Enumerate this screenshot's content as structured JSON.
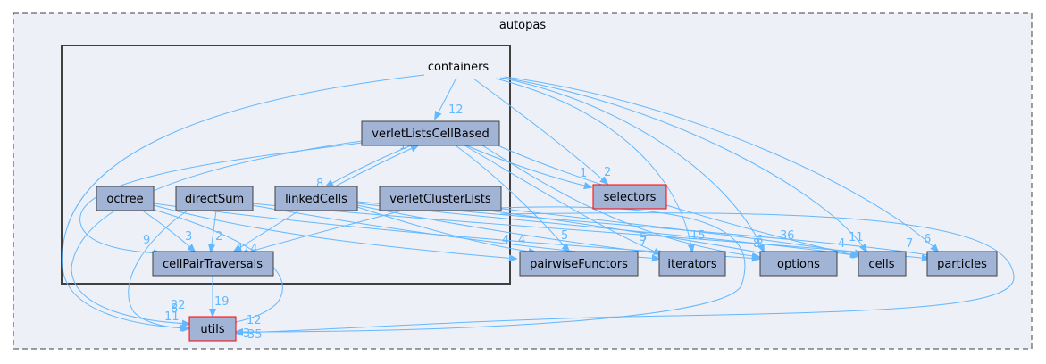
{
  "outer_cluster": {
    "label": "autopas"
  },
  "inner_cluster": {
    "label": "containers"
  },
  "nodes": {
    "verletListsCellBased": "verletListsCellBased",
    "octree": "octree",
    "directSum": "directSum",
    "linkedCells": "linkedCells",
    "verletClusterLists": "verletClusterLists",
    "cellPairTraversals": "cellPairTraversals",
    "selectors": "selectors",
    "pairwiseFunctors": "pairwiseFunctors",
    "iterators": "iterators",
    "options": "options",
    "cells": "cells",
    "particles": "particles",
    "utils": "utils"
  },
  "edge_labels": {
    "containers_to_vlcb": "12",
    "containers_to_selectors": "2",
    "vlcb_to_selectors": "1",
    "vlcb_to_linkedcells": "8",
    "linkedcells_to_vlcb": "1",
    "octree_to_cpt": "3",
    "directsum_to_cpt": "2",
    "vlcb_to_cpt": "9",
    "linkedcells_to_cpt": "14",
    "vcl_to_cpt": "1",
    "to_pairwise_a": "4",
    "to_pairwise_b": "4",
    "to_pairwise_c": "5",
    "to_iterators_a": "7",
    "to_iterators_b": "5",
    "to_iterators_c": "15",
    "to_options_a": "8",
    "to_options_b": "6",
    "to_options_c": "36",
    "to_cells_a": "4",
    "to_cells_b": "11",
    "to_particles_a": "7",
    "to_particles_b": "6",
    "cpt_to_utils": "19",
    "to_utils_a": "22",
    "to_utils_b": "8",
    "to_utils_c": "11",
    "to_utils_d": "12",
    "to_utils_e": "3",
    "to_utils_f": "35"
  }
}
